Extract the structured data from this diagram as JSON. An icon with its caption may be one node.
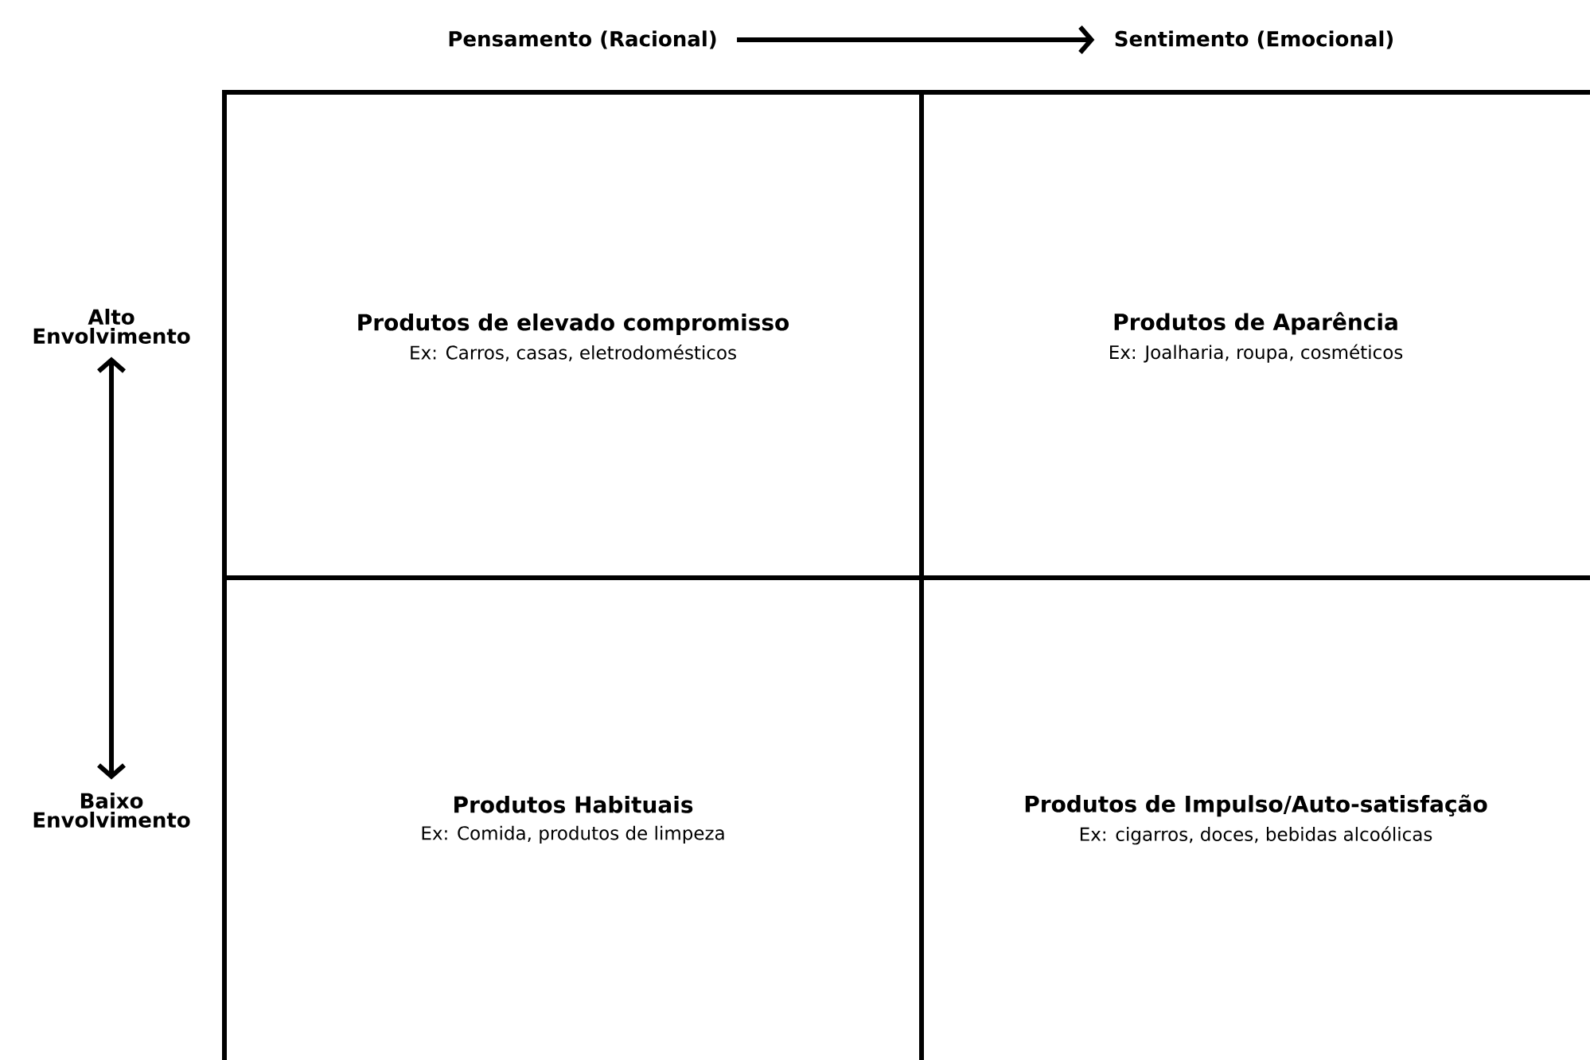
{
  "diagram": {
    "nodes": [
      {
        "text": [
          "Pensamento (Racional)"
        ]
      },
      {
        "text": [
          "Sentimento (Emocional)"
        ]
      },
      {
        "text": [
          "Alto Envolvimento"
        ]
      },
      {
        "text": [
          "Baixo Envolvimento"
        ]
      },
      {
        "text": [
          "Produtos de elevado compromisso",
          "Ex: Carros, casas, eletrodomésticos"
        ]
      },
      {
        "text": [
          "Produtos de Aparência",
          "Ex: Joalharia, roupa, cosméticos"
        ]
      },
      {
        "text": [
          "Produtos Habituais",
          "Ex: Comida, produtos de limpeza"
        ]
      },
      {
        "text": [
          "Produtos de Impulso/Auto-satisfação",
          "Ex: cigarros, doces, bebidas alcoólicas"
        ]
      }
    ],
    "edges": [
      {
        "from": 0,
        "to": 1,
        "arrow": "to"
      },
      {
        "from": 2,
        "to": 3,
        "arrow": "both"
      }
    ]
  }
}
